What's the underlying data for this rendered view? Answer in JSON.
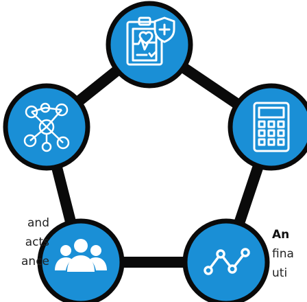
{
  "left_text": {
    "lines": [
      "and",
      "acts",
      "ance"
    ]
  },
  "right_text": {
    "heading": "An",
    "lines": [
      "fina",
      "uti"
    ]
  },
  "nodes": [
    {
      "id": "health",
      "icon": "health-insurance-clipboard-icon"
    },
    {
      "id": "calculator",
      "icon": "calculator-icon"
    },
    {
      "id": "analytics",
      "icon": "line-chart-icon"
    },
    {
      "id": "people",
      "icon": "group-people-icon"
    },
    {
      "id": "network",
      "icon": "people-network-icon"
    }
  ],
  "colors": {
    "node_fill": "#1a8fd6",
    "node_border": "#0a0a0a",
    "icon_stroke": "#ffffff",
    "connector": "#0a0a0a"
  }
}
